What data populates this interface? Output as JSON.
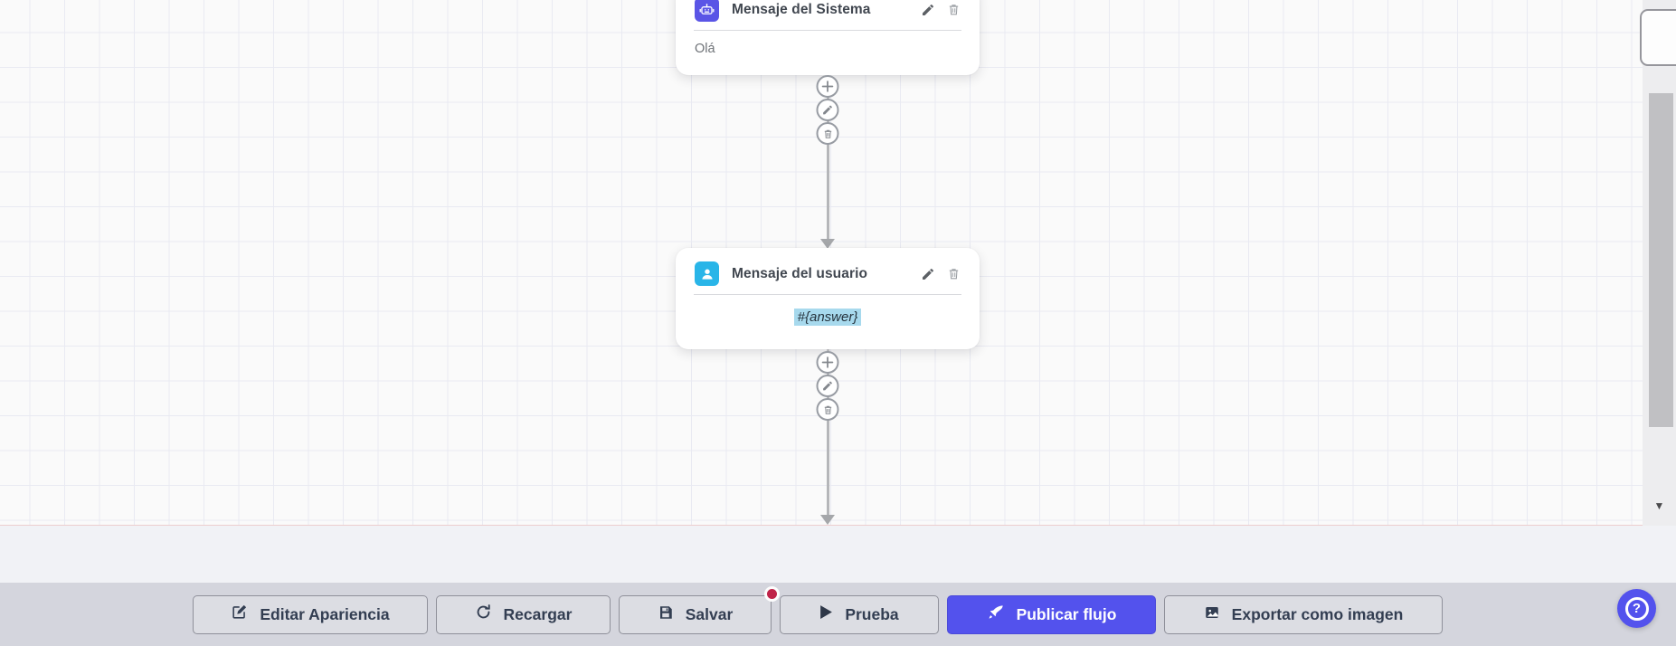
{
  "canvas": {
    "nodes": [
      {
        "title": "Mensaje del Sistema",
        "content": "Olá",
        "icon": "bot-icon",
        "accent_color": "#5a55e6"
      },
      {
        "title": "Mensaje del usuario",
        "content": "#{answer}",
        "icon": "user-icon",
        "accent_color": "#29b5e8",
        "content_highlighted": true
      }
    ],
    "node_actions": [
      {
        "name": "edit",
        "icon": "pencil-icon"
      },
      {
        "name": "delete",
        "icon": "trash-icon"
      }
    ],
    "connector_actions": [
      {
        "name": "add",
        "icon": "plus-icon"
      },
      {
        "name": "edit",
        "icon": "pencil-icon"
      },
      {
        "name": "delete",
        "icon": "trash-icon"
      }
    ]
  },
  "toolbar": {
    "buttons": [
      {
        "label": "Editar Apariencia",
        "icon": "edit-square-icon"
      },
      {
        "label": "Recargar",
        "icon": "refresh-icon"
      },
      {
        "label": "Salvar",
        "icon": "save-icon",
        "unsaved_badge": true
      },
      {
        "label": "Prueba",
        "icon": "play-icon"
      },
      {
        "label": "Publicar flujo",
        "icon": "rocket-icon",
        "primary": true
      },
      {
        "label": "Exportar como imagen",
        "icon": "image-icon"
      }
    ]
  },
  "help": {
    "label": "?"
  },
  "scrollbar": {
    "down_arrow": "▼"
  },
  "colors": {
    "accent_indigo": "#5352ed",
    "bot_icon_bg": "#5a55e6",
    "user_icon_bg": "#29b5e8",
    "badge_red": "#bf2449",
    "content_highlight": "#a7d9ed",
    "toolbar_bg": "#d4d5dd",
    "canvas_bg": "#fafafa",
    "grid_line": "#e9eaf2"
  }
}
